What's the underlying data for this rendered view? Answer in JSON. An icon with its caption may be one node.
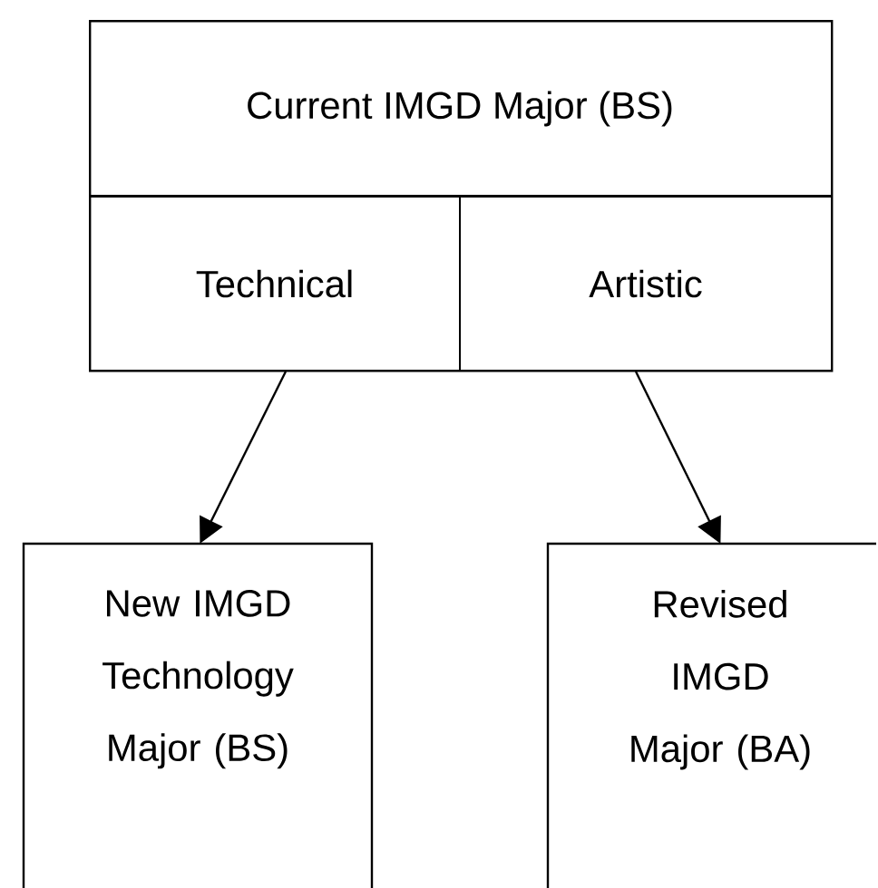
{
  "diagram": {
    "nodes": [
      {
        "text": [
          "Current IMGD Major (BS)"
        ]
      },
      {
        "text": [
          "Technical"
        ],
        "in": 0
      },
      {
        "text": [
          "Artistic"
        ],
        "in": 0
      },
      {
        "text": [
          "New IMGD Technology Major (BS)"
        ]
      },
      {
        "text": [
          "Revised IMGD Major (BA)"
        ]
      }
    ],
    "edges": [
      {
        "from": 1,
        "to": 3,
        "arrow": "to"
      },
      {
        "from": 2,
        "to": 4,
        "arrow": "to"
      }
    ]
  }
}
